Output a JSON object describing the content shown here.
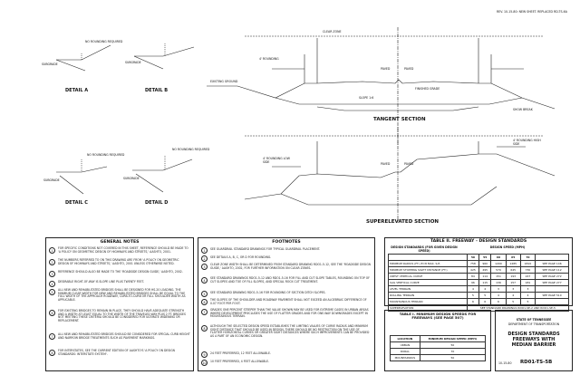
{
  "revision": "REV. 10-15-80: NEW SHEET. REPLACED RD-TS-6A",
  "details": {
    "a": "DETAIL A",
    "b": "DETAIL B",
    "c": "DETAIL C",
    "d": "DETAIL D",
    "no_rounding_required": "NO ROUNDING REQUIRED",
    "subgrade": "SUBGRADE"
  },
  "tangent": {
    "title": "TANGENT SECTION",
    "clear_zone": "CLEAR ZONE",
    "rounding": "4' ROUNDING",
    "existing_ground": "EXISTING GROUND",
    "finished_grade": "FINISHED GRADE",
    "slope": "SLOPE 1:6",
    "paved": "PAVED",
    "show_break": "SHOW BREAK"
  },
  "superelevated": {
    "title": "SUPERELEVATED SECTION",
    "rounding_low": "4' ROUNDING LOW SIDE",
    "rounding_high": "4' ROUNDING HIGH SIDE",
    "paved": "PAVED"
  },
  "general_notes": {
    "title": "GENERAL NOTES",
    "items": [
      "FOR SPECIFIC CONDITIONS NOT COVERED IN THIS SHEET, REFERENCE SHOULD BE MADE TO 'A POLICY ON GEOMETRIC DESIGN OF HIGHWAYS AND STREETS,' AASHTO, 2001.",
      "THE NUMBERS REFERRED TO ON THIS DRAWING ARE FROM 'A POLICY ON GEOMETRIC DESIGN OF HIGHWAYS AND STREETS,' AASHTO, 2001 UNLESS OTHERWISE NOTED.",
      "REFERENCE SHOULD ALSO BE MADE TO THE 'ROADSIDE DESIGN GUIDE,' AASHTO, 2002.",
      "DESIRABLE RIGHT-OF-WAY IS SLOPE LINE PLUS TWENTY FEET.",
      "ALL NEW AND REHABILITATED BRIDGES SHALL BE DESIGNED FOR HS-20 LOADING. THE MINIMUM CLEAR WIDTH FOR NEW AND REHABILITATED BRIDGES SHALL BE EQUAL TO THE FULL WIDTH OF THE APPROACH ROADWAY, CURB-TO-CURB OR FULL SHOULDER WIDTH AS APPLICABLE.",
      "FOR EXISTING BRIDGES TO REMAIN IN PLACE, THEY SHOULD HAVE ADEQUATE STRENGTH AND A WIDTH AT LEAST EQUAL TO THE WIDTH OF THE TRAVELED WAY PLUS 2 FT. BRIDGES NOT MEETING THESE CRITERIA SHOULD BE CONSIDERED FOR ULTIMATE WIDENING OR REPLACEMENT.",
      "ALL NEW AND REHABILITATED BRIDGES SHOULD BE CONSIDERED FOR SPECIAL CURB HEIGHT AND NARROW BRIDGE TREATMENTS SUCH AS PAVEMENT MARKINGS.",
      "FOR INTERSTATES, SEE THE CURRENT EDITION OF AASHTO'S 'A POLICY ON DESIGN STANDARDS: INTERSTATE SYSTEM'."
    ]
  },
  "footnotes": {
    "title": "FOOTNOTES",
    "items": [
      "SEE GUARDRAIL STANDARD DRAWINGS FOR TYPICAL GUARDRAIL PLACEMENT.",
      "SEE DETAILS A, B, C, OR D FOR ROUNDING.",
      "CLEAR ZONE WIDTH SHALL BE DETERMINED FROM STANDARD DRAWING RDO1-5-12, SEE THE 'ROADSIDE DESIGN GUIDE,' AASHTO, 2002, FOR FURTHER INFORMATION ON CLEAR ZONES.",
      "SEE STANDARD DRAWINGS RDO1-5-12 AND RDO1-5-16 FOR FILL AND CUT SLOPE TABLES, ROUNDING ON TOP OF CUT SLOPES AND TOE OF FILL SLOPES, AND SPECIAL ROCK CUT TREATMENT.",
      "SEE STANDARD DRAWING RDO1-5-16 FOR ROUNDING OF SECTION DITCH SLOPES.",
      "THE SLOPES OF THE SHOULDER AND ROADWAY PAVEMENT SHALL NOT EXCEED AN ALGEBRAIC DIFFERENCE OF 0.07 FOOT PER FOOT.",
      "GRADES ONE PERCENT STEEPER THAN THE VALUE SHOWN MAY BE USED FOR EXTREME CASES IN URBAN AREAS WHERE DEVELOPMENT PRECLUDES THE USE OF FLATTER GRADES AND FOR ONE-WAY DOWNGRADES EXCEPT IN MOUNTAINOUS TERRAIN.",
      "ALTHOUGH THE SELECTED DESIGN SPEED ESTABLISHES THE LIMITING VALUES OF CURVE RADIUS AND MINIMUM SIGHT DISTANCE THAT SHOULD BE USED IN DESIGN, THERE SHOULD BE NO RESTRICTION ON THE USE OF FLATTER HORIZONTAL CURVES OR GREATER SIGHT DISTANCES WHERE SUCH IMPROVEMENTS CAN BE PROVIDED AS A PART OF AN ECONOMIC DESIGN.",
      "24 FEET PREFERRED, 12 FEET ALLOWABLE.",
      "10 FEET PREFERRED, 4 FEET ALLOWABLE."
    ]
  },
  "table2": {
    "title": "TABLE II. FREEWAY - DESIGN STANDARDS",
    "subtitle": "DESIGN STANDARDS (FOR GIVEN DESIGN SPEED)",
    "speed_header": "DESIGN SPEED (MPH)",
    "speeds": [
      "50",
      "55",
      "60",
      "65",
      "70"
    ],
    "rows": [
      {
        "label": "MINIMUM RADIUS (FT.) E=8 MAX. S.E.",
        "values": [
          "758",
          "960",
          "1200",
          "1485",
          "1810"
        ],
        "ref": "SEE PAGE 146"
      },
      {
        "label": "MINIMUM STOPPING SIGHT DISTANCE (FT.)",
        "values": [
          "425",
          "495",
          "570",
          "645",
          "730"
        ],
        "ref": "SEE PAGE 112"
      },
      {
        "label": "CREST VERTICAL CURVE",
        "values": [
          "84",
          "114",
          "151",
          "193",
          "247"
        ],
        "ref": "SEE PAGE 272"
      },
      {
        "label": "SAG VERTICAL CURVE",
        "values": [
          "96",
          "115",
          "136",
          "157",
          "181"
        ],
        "ref": "SEE PAGE 277"
      },
      {
        "label": "LEVEL TERRAIN",
        "values": [
          "4",
          "4",
          "3",
          "3",
          "3"
        ],
        "ref": ""
      },
      {
        "label": "ROLLING TERRAIN",
        "values": [
          "5",
          "5",
          "4",
          "4",
          "4"
        ],
        "ref": "SEE PAGE 510"
      },
      {
        "label": "MOUNTAINOUS TERRAIN",
        "values": [
          "6",
          "6",
          "6",
          "5",
          "5"
        ],
        "ref": ""
      }
    ],
    "min_k": "MINIMUM 'K' VALUE",
    "max_grade": "MAXIMUM GRADES %",
    "superelevation": "SUPERELEVATION",
    "super_ref": "SEE STANDARD DRAWINGS RDO1-SE-2 AND RDO1-SE-5"
  },
  "table1": {
    "title": "TABLE I. MINIMUM DESIGN SPEEDS FOR FREEWAYS (SEE PAGE 507)",
    "col_location": "LOCATION",
    "col_speed": "MINIMUM DESIGN SPEED (MPH)",
    "rows": [
      {
        "location": "URBAN",
        "speed": "50"
      },
      {
        "location": "RURAL",
        "speed": "70"
      },
      {
        "location": "MOUNTAINOUS",
        "speed": "50"
      }
    ]
  },
  "title_block": {
    "state": "STATE OF TENNESSEE",
    "dept": "DEPARTMENT OF TRANSPORTATION",
    "title": "DESIGN STANDARDS FREEWAYS WITH MEDIAN BARRIER",
    "date": "10-15-80",
    "drawing": "RD01-TS-5B"
  }
}
